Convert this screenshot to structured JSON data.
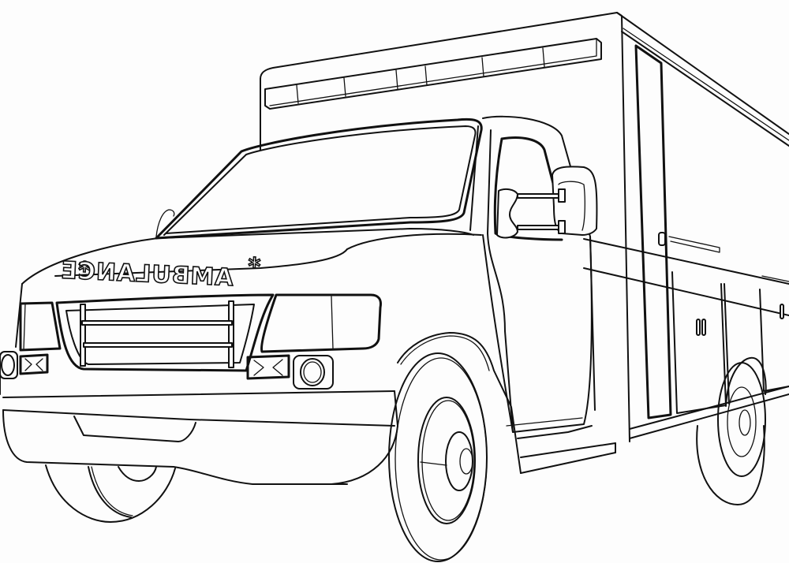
{
  "illustration": {
    "subject": "ambulance",
    "style": "black line-art coloring page",
    "background_color": "#fdfdfd",
    "line_color": "#111111",
    "hood_label": {
      "text": "AMBULANCE",
      "mirrored": true,
      "prefix_symbol": "*",
      "suffix_symbol": "*"
    }
  }
}
